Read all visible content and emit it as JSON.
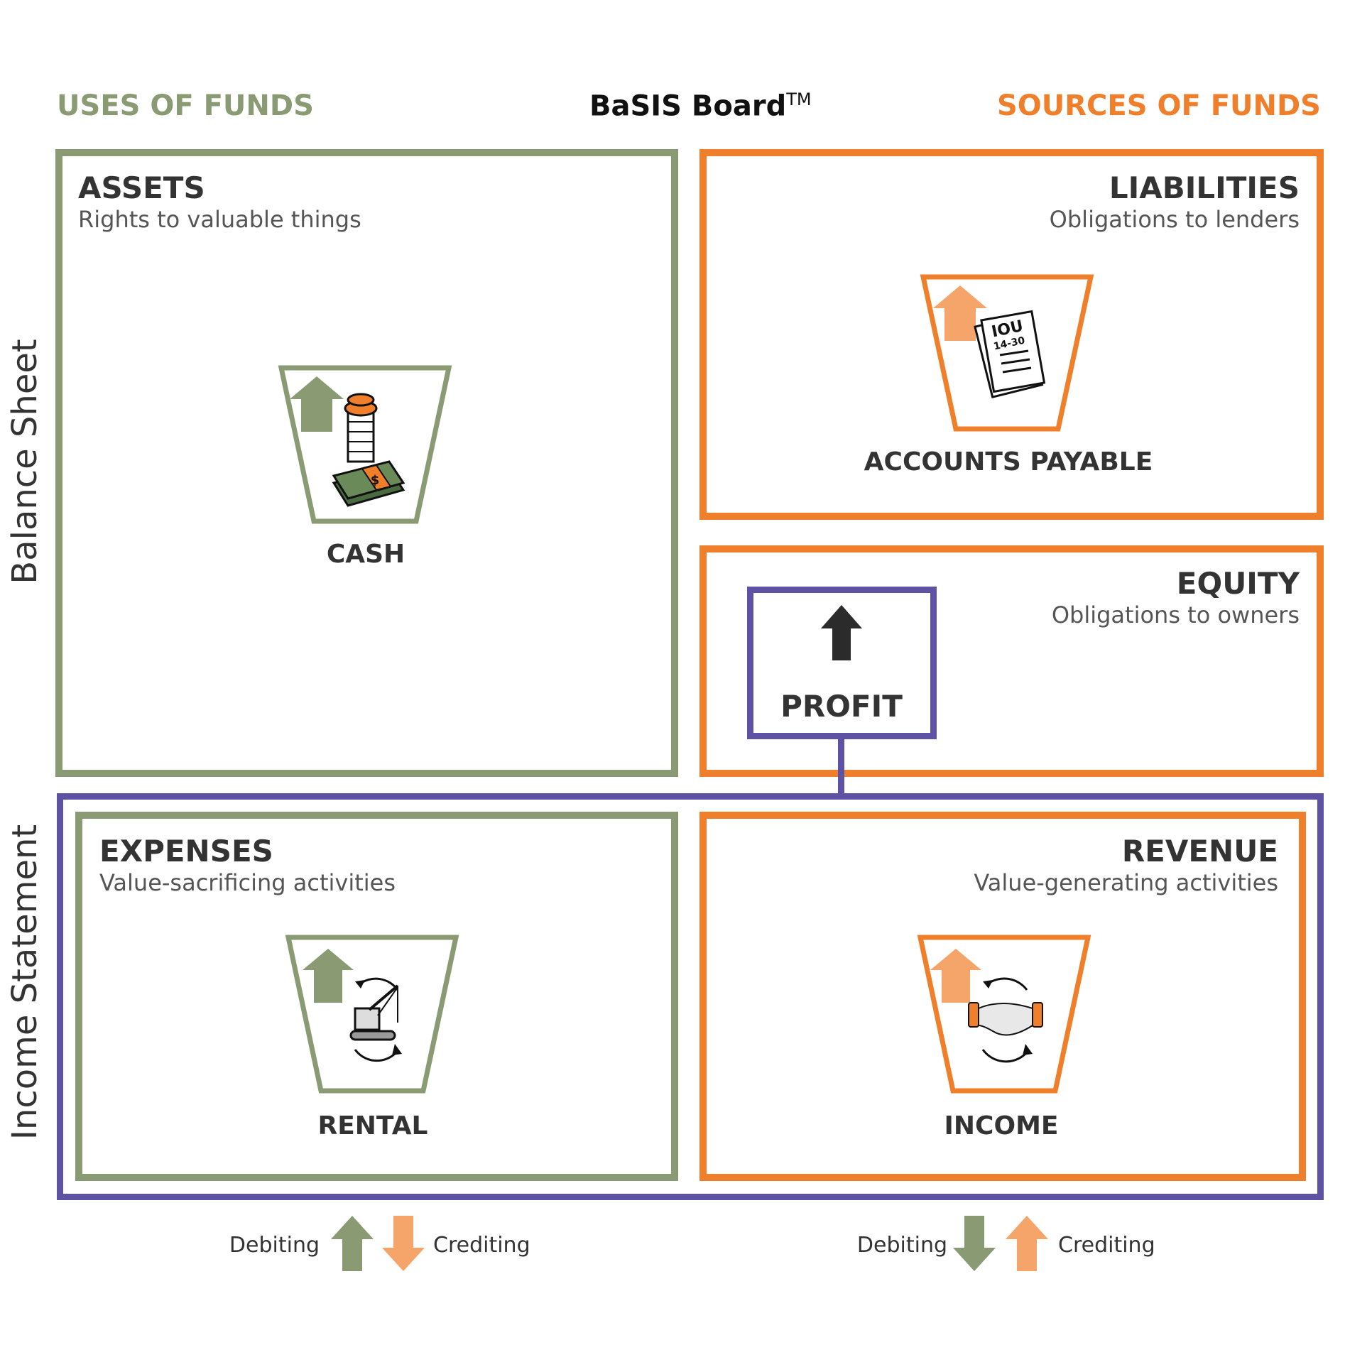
{
  "header": {
    "left": "USES OF FUNDS",
    "center": "BaSIS Board",
    "center_mark": "TM",
    "right": "SOURCES OF FUNDS"
  },
  "side_labels": {
    "top": "Balance Sheet",
    "bottom": "Income Statement"
  },
  "sections": {
    "assets": {
      "title": "ASSETS",
      "subtitle": "Rights to valuable things"
    },
    "liabilities": {
      "title": "LIABILITIES",
      "subtitle": "Obligations to lenders"
    },
    "equity": {
      "title": "EQUITY",
      "subtitle": "Obligations to owners"
    },
    "expenses": {
      "title": "EXPENSES",
      "subtitle": "Value-sacrificing activities"
    },
    "revenue": {
      "title": "REVENUE",
      "subtitle": "Value-generating activities"
    }
  },
  "accounts": {
    "cash": "CASH",
    "payable": "ACCOUNTS PAYABLE",
    "profit": "PROFIT",
    "rental": "RENTAL",
    "income": "INCOME"
  },
  "icon_text": {
    "iou": "IOU",
    "iou_num": "14-30",
    "dollar": "$"
  },
  "legend": {
    "left": {
      "debit": "Debiting",
      "credit": "Crediting"
    },
    "right": {
      "debit": "Debiting",
      "credit": "Crediting"
    }
  },
  "colors": {
    "green": "#8a9a72",
    "orange": "#f07f2c",
    "light_orange": "#f5a46a",
    "purple": "#5d52a3",
    "dark": "#333333"
  }
}
